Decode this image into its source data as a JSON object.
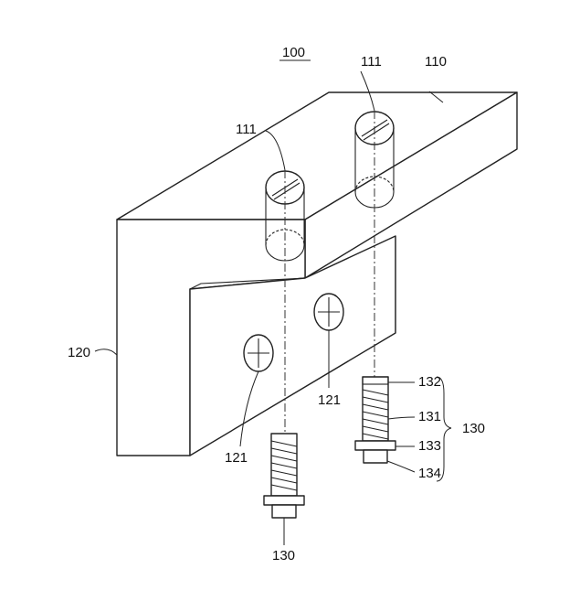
{
  "labels": {
    "assembly": "100",
    "upper_block": "110",
    "pin_hole_left": "111",
    "pin_hole_right": "111",
    "side_plate": "120",
    "screw_hole_left": "121",
    "screw_hole_right": "121",
    "pin_assembly_right": "130",
    "pin_assembly_bottom": "130",
    "pin_body": "131",
    "pin_tip": "132",
    "pin_flange": "133",
    "pin_base": "134"
  }
}
